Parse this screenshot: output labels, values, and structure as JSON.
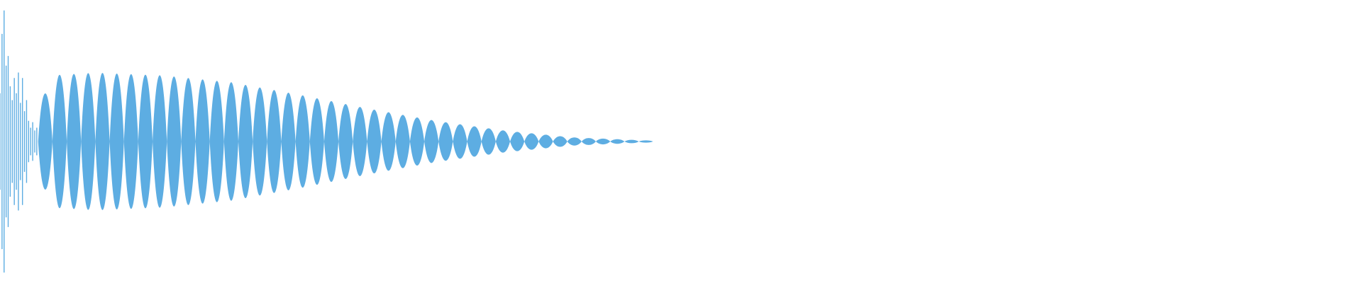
{
  "waveform": {
    "color": "#5dade2",
    "background": "#ffffff",
    "visible_extent": 0.48,
    "transient": [
      {
        "t": 0.0,
        "amp": 0.35
      },
      {
        "t": 0.0015,
        "amp": 0.78
      },
      {
        "t": 0.003,
        "amp": 0.95
      },
      {
        "t": 0.0045,
        "amp": 0.55
      },
      {
        "t": 0.006,
        "amp": 0.62
      },
      {
        "t": 0.0075,
        "amp": 0.4
      },
      {
        "t": 0.009,
        "amp": 0.3
      },
      {
        "t": 0.0105,
        "amp": 0.46
      },
      {
        "t": 0.012,
        "amp": 0.35
      },
      {
        "t": 0.0135,
        "amp": 0.5
      },
      {
        "t": 0.015,
        "amp": 0.28
      },
      {
        "t": 0.0165,
        "amp": 0.46
      },
      {
        "t": 0.018,
        "amp": 0.22
      },
      {
        "t": 0.0195,
        "amp": 0.3
      },
      {
        "t": 0.021,
        "amp": 0.15
      },
      {
        "t": 0.0225,
        "amp": 0.1
      },
      {
        "t": 0.024,
        "amp": 0.14
      },
      {
        "t": 0.0255,
        "amp": 0.08
      },
      {
        "t": 0.027,
        "amp": 0.1
      }
    ],
    "tone_envelope": [
      {
        "t": 0.028,
        "amp": 0.1
      },
      {
        "t": 0.036,
        "amp": 0.48
      },
      {
        "t": 0.07,
        "amp": 0.5
      },
      {
        "t": 0.12,
        "amp": 0.48
      },
      {
        "t": 0.17,
        "amp": 0.43
      },
      {
        "t": 0.22,
        "amp": 0.34
      },
      {
        "t": 0.27,
        "amp": 0.24
      },
      {
        "t": 0.32,
        "amp": 0.15
      },
      {
        "t": 0.37,
        "amp": 0.08
      },
      {
        "t": 0.42,
        "amp": 0.03
      },
      {
        "t": 0.48,
        "amp": 0.006
      }
    ],
    "tone_period": 0.0105
  }
}
